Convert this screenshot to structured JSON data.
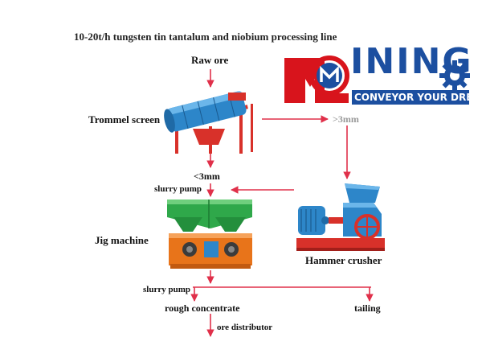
{
  "title": "10-20t/h tungsten tin tantalum and niobium processing line",
  "nodes": {
    "raw_ore": "Raw ore",
    "trommel": "Trommel screen",
    "gt3": ">3mm",
    "lt3": "<3mm",
    "slurry_pump_1": "slurry pump",
    "jig": "Jig machine",
    "hammer": "Hammer crusher",
    "slurry_pump_2": "slurry pump",
    "rough": "rough concentrate",
    "tailing": "tailing",
    "ore_dist": "ore distributor"
  },
  "logo": {
    "word": "INING",
    "slogan": "CONVEYOR YOUR DREAM"
  },
  "colors": {
    "arrow": "#e0304a",
    "logo_red": "#d8141c",
    "logo_blue": "#1c4fa0",
    "machine_blue": "#2d86c9",
    "machine_green": "#2fa84a",
    "machine_orange": "#e8741a"
  },
  "icons": [
    "trommel-screen-icon",
    "jig-machine-icon",
    "hammer-crusher-icon",
    "mining-logo-icon"
  ]
}
